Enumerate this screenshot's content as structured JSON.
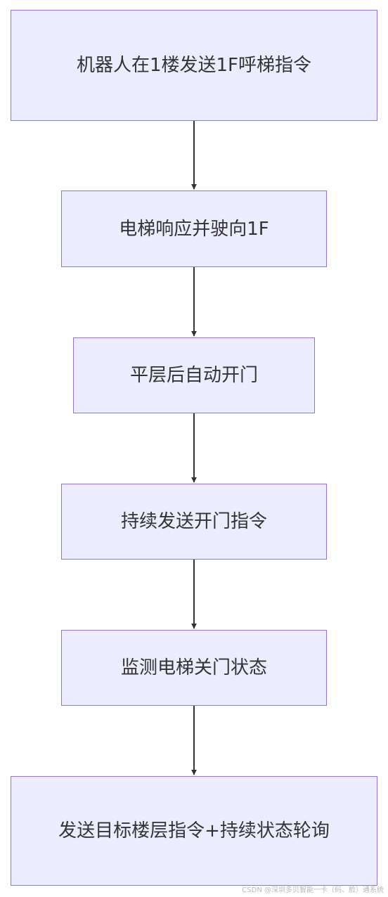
{
  "flowchart": {
    "nodes": [
      {
        "id": "n1",
        "label": "机器人在1楼发送1F呼梯指令"
      },
      {
        "id": "n2",
        "label": "电梯响应并驶向1F"
      },
      {
        "id": "n3",
        "label": "平层后自动开门"
      },
      {
        "id": "n4",
        "label": "持续发送开门指令"
      },
      {
        "id": "n5",
        "label": "监测电梯关门状态"
      },
      {
        "id": "n6",
        "label": "发送目标楼层指令+持续状态轮询"
      }
    ],
    "edges": [
      {
        "from": "n1",
        "to": "n2"
      },
      {
        "from": "n2",
        "to": "n3"
      },
      {
        "from": "n3",
        "to": "n4"
      },
      {
        "from": "n4",
        "to": "n5"
      },
      {
        "from": "n5",
        "to": "n6"
      }
    ],
    "colors": {
      "node_fill": "#ECECFF",
      "node_border": "#9370DB",
      "edge": "#333333",
      "text": "#333333"
    }
  },
  "watermark": "CSDN @深圳多贝智能一卡（码、脸）通系统"
}
